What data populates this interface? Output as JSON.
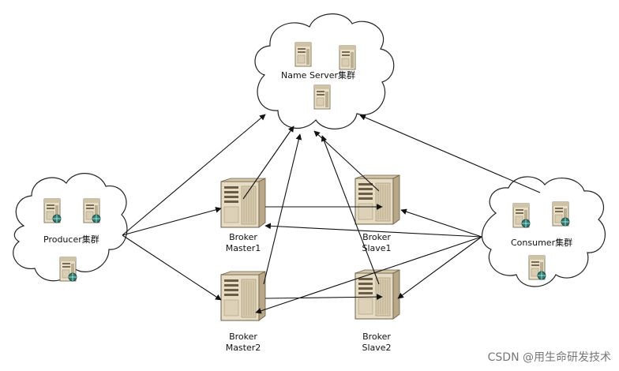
{
  "name_server": {
    "label": "Name Server集群"
  },
  "producer": {
    "label": "Producer集群"
  },
  "consumer": {
    "label": "Consumer集群"
  },
  "brokers": {
    "master1": {
      "line1": "Broker",
      "line2": "Master1"
    },
    "slave1": {
      "line1": "Broker",
      "line2": "Slave1"
    },
    "master2": {
      "line1": "Broker",
      "line2": "Master2"
    },
    "slave2": {
      "line1": "Broker",
      "line2": "Slave2"
    }
  },
  "watermark": "CSDN @用生命研发技术",
  "colors": {
    "line": "#111111",
    "server_body": "#e6dcc4",
    "server_dark": "#a9987a",
    "cloud_stroke": "#222222"
  }
}
